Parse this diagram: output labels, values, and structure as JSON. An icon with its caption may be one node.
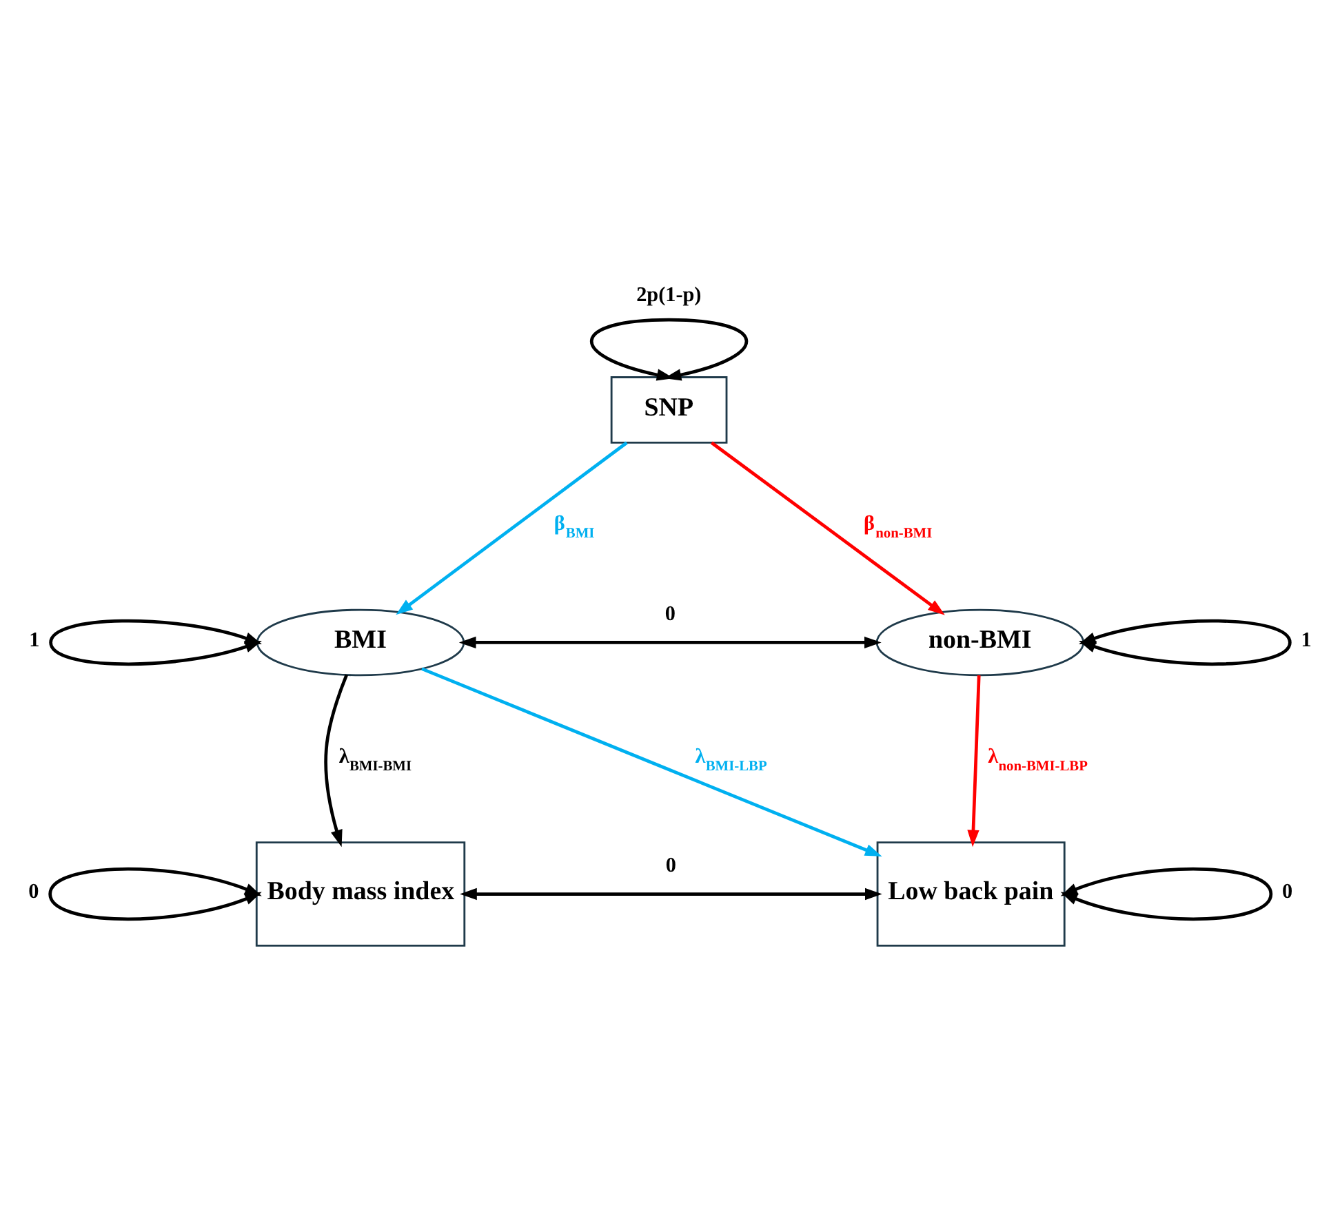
{
  "diagram": {
    "nodes": [
      {
        "text": [
          "SNP"
        ]
      },
      {
        "text": [
          "BMI"
        ]
      },
      {
        "text": [
          "non-BMI"
        ]
      },
      {
        "text": [
          "Body mass index"
        ]
      },
      {
        "text": [
          "Low back pain"
        ]
      }
    ],
    "edges": [
      {
        "from": 0,
        "to": 0,
        "arrow": "both",
        "label": "2p(1-p)"
      },
      {
        "from": 0,
        "to": 1,
        "arrow": "to",
        "label": "β$_{BMI}$",
        "color": "#00b0f0"
      },
      {
        "from": 0,
        "to": 2,
        "arrow": "to",
        "label": "β$_{non-BMI}$",
        "color": "#ff0000"
      },
      {
        "from": 1,
        "to": 1,
        "arrow": "both",
        "label": "1"
      },
      {
        "from": 1,
        "to": 2,
        "arrow": "both",
        "label": "0"
      },
      {
        "from": 2,
        "to": 2,
        "arrow": "both",
        "label": "1"
      },
      {
        "from": 1,
        "to": 3,
        "arrow": "to",
        "label": "λ$_{BMI-BMI}$"
      },
      {
        "from": 1,
        "to": 4,
        "arrow": "to",
        "label": "λ$_{BMI-LBP}$",
        "color": "#00b0f0"
      },
      {
        "from": 2,
        "to": 4,
        "arrow": "to",
        "label": "λ$_{non-BMI-LBP}$",
        "color": "#ff0000"
      },
      {
        "from": 3,
        "to": 3,
        "arrow": "both",
        "label": "0"
      },
      {
        "from": 4,
        "to": 4,
        "arrow": "both",
        "label": "0"
      },
      {
        "from": 3,
        "to": 4,
        "arrow": "both",
        "label": "0"
      }
    ]
  }
}
